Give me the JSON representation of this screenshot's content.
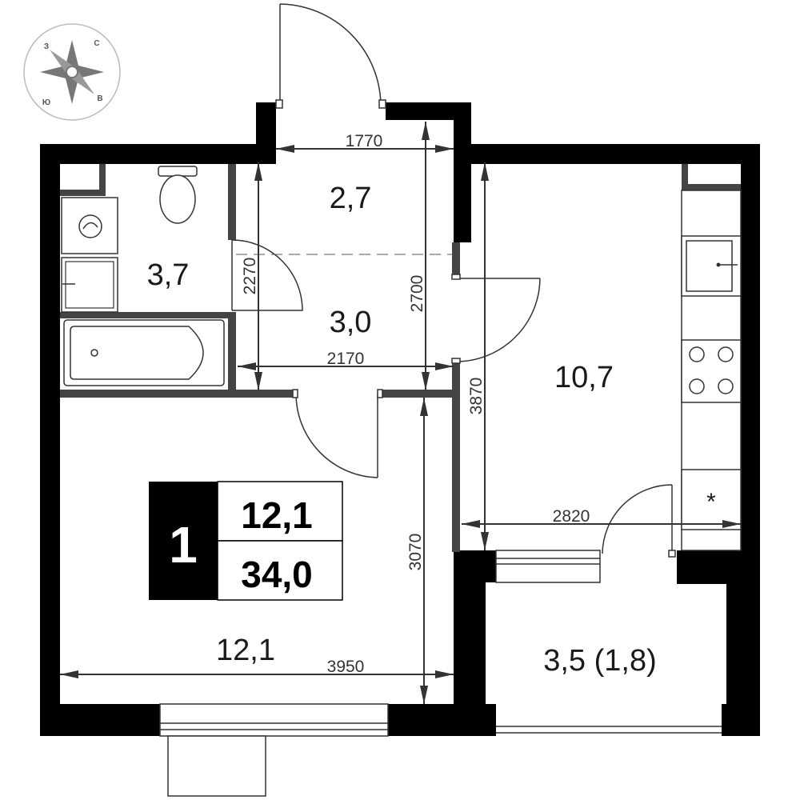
{
  "compass": {
    "north": "С",
    "east": "В",
    "south": "Ю",
    "west": "З"
  },
  "badge": {
    "rooms": "1",
    "living_area": "12,1",
    "total_area": "34,0"
  },
  "rooms": {
    "hall_upper": "2,7",
    "bathroom": "3,7",
    "hall_lower": "3,0",
    "kitchen": "10,7",
    "living_room": "12,1",
    "loggia": "3,5 (1,8)"
  },
  "dimensions": {
    "hall_width": "1770",
    "hall_height": "2700",
    "bathroom_height": "2270",
    "bathroom_width": "2170",
    "kitchen_height": "3870",
    "kitchen_width": "2820",
    "living_height": "3070",
    "living_width": "3950"
  },
  "fixtures": {
    "freezer_symbol": "*"
  }
}
